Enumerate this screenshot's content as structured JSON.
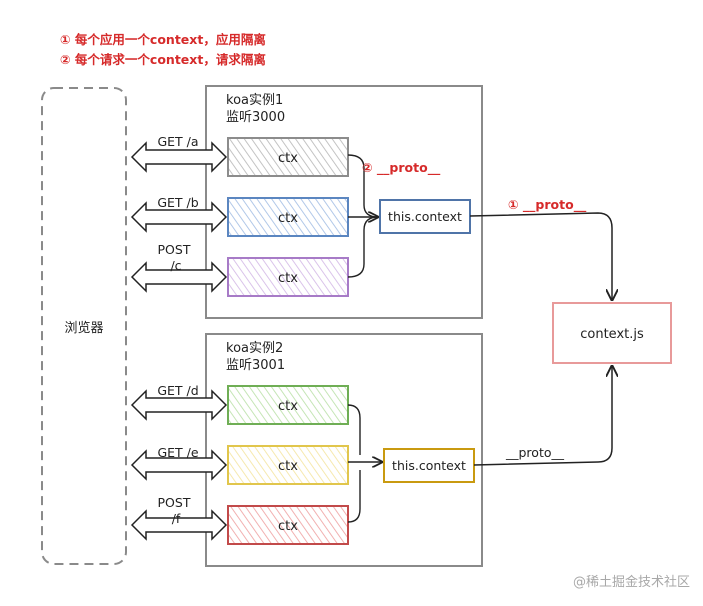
{
  "notes": [
    {
      "text": "①  每个应用一个context，应用隔离",
      "color": "#d62a2a"
    },
    {
      "text": "②  每个请求一个context，请求隔离",
      "color": "#d62a2a"
    }
  ],
  "browser": {
    "label": "浏览器"
  },
  "instance1": {
    "title": "koa实例1",
    "port": "监听3000",
    "requests": [
      {
        "line1": "GET /a",
        "line2": ""
      },
      {
        "line1": "GET /b",
        "line2": ""
      },
      {
        "line1": "POST",
        "line2": "/c"
      }
    ],
    "ctx": [
      {
        "label": "ctx",
        "stroke": "#8c8c8c",
        "fill": "#bdbdbd"
      },
      {
        "label": "ctx",
        "stroke": "#5b86c0",
        "fill": "#a9c2e6"
      },
      {
        "label": "ctx",
        "stroke": "#a77bc7",
        "fill": "#d6bde8"
      }
    ],
    "proto_label": "② __proto__",
    "this_context": {
      "label": "this.context",
      "stroke": "#4f74a8"
    }
  },
  "instance2": {
    "title": "koa实例2",
    "port": "监听3001",
    "requests": [
      {
        "line1": "GET /d",
        "line2": ""
      },
      {
        "line1": "GET /e",
        "line2": ""
      },
      {
        "line1": "POST",
        "line2": "/f"
      }
    ],
    "ctx": [
      {
        "label": "ctx",
        "stroke": "#6fae55",
        "fill": "#bfe3ae"
      },
      {
        "label": "ctx",
        "stroke": "#e1c64c",
        "fill": "#f5e7a6"
      },
      {
        "label": "ctx",
        "stroke": "#c24a4a",
        "fill": "#f0a8a8"
      }
    ],
    "proto_label": "__proto__",
    "this_context": {
      "label": "this.context",
      "stroke": "#c99a10"
    }
  },
  "app_proto_label": "① __proto__",
  "context_js": {
    "label": "context.js",
    "stroke": "#e89a9a"
  },
  "watermark": "@稀土掘金技术社区"
}
